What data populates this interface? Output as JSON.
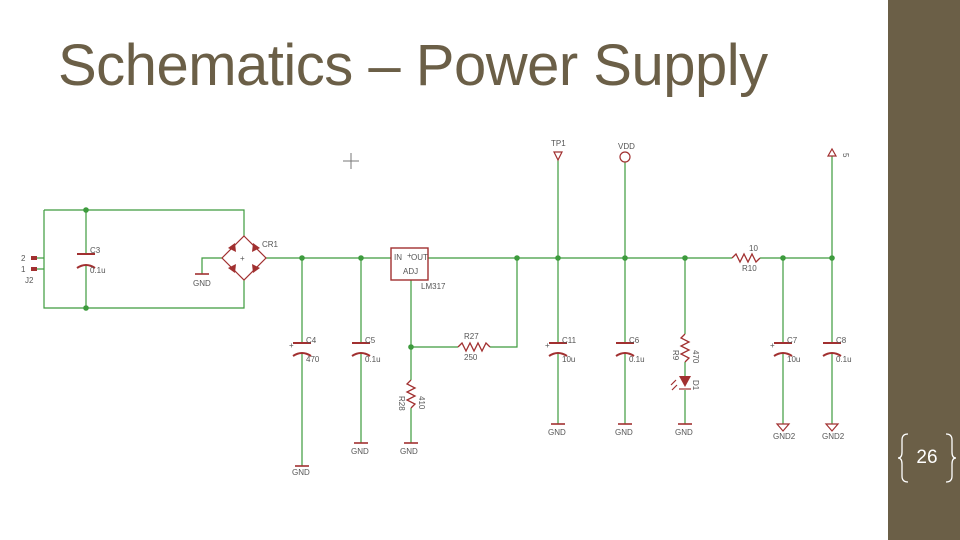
{
  "slide": {
    "title": "Schematics – Power Supply",
    "page_number": "26"
  },
  "colors": {
    "accent": "#6b5f47",
    "wire": "#3d9b3d",
    "component": "#a13030",
    "label": "#555555",
    "background": "#ffffff"
  },
  "schematic": {
    "connector": {
      "ref": "J2",
      "pin2": "2",
      "pin1": "1"
    },
    "caps": {
      "c3": {
        "ref": "C3",
        "value": "0.1u"
      },
      "c4": {
        "ref": "C4",
        "value": "470"
      },
      "c5": {
        "ref": "C5",
        "value": "0.1u"
      },
      "c11": {
        "ref": "C11",
        "value": "10u"
      },
      "c6": {
        "ref": "C6",
        "value": "0.1u"
      },
      "c7": {
        "ref": "C7",
        "value": "10u"
      },
      "c8": {
        "ref": "C8",
        "value": "0.1u"
      }
    },
    "bridge": {
      "ref": "CR1"
    },
    "regulator": {
      "ref": "LM317",
      "pin_in": "IN",
      "pin_out": "OUT",
      "pin_adj": "ADJ"
    },
    "resistors": {
      "r27": {
        "ref": "R27",
        "value": "250"
      },
      "r28": {
        "ref": "R28",
        "value": "410"
      },
      "r9": {
        "ref": "R9",
        "value": "470"
      },
      "r10": {
        "ref": "R10",
        "value": "10"
      }
    },
    "led": {
      "ref": "D1"
    },
    "test_point": "TP1",
    "supply": {
      "vdd": "VDD",
      "five": "5"
    },
    "grounds": {
      "gnd": "GND",
      "gnd2": "GND2"
    }
  }
}
